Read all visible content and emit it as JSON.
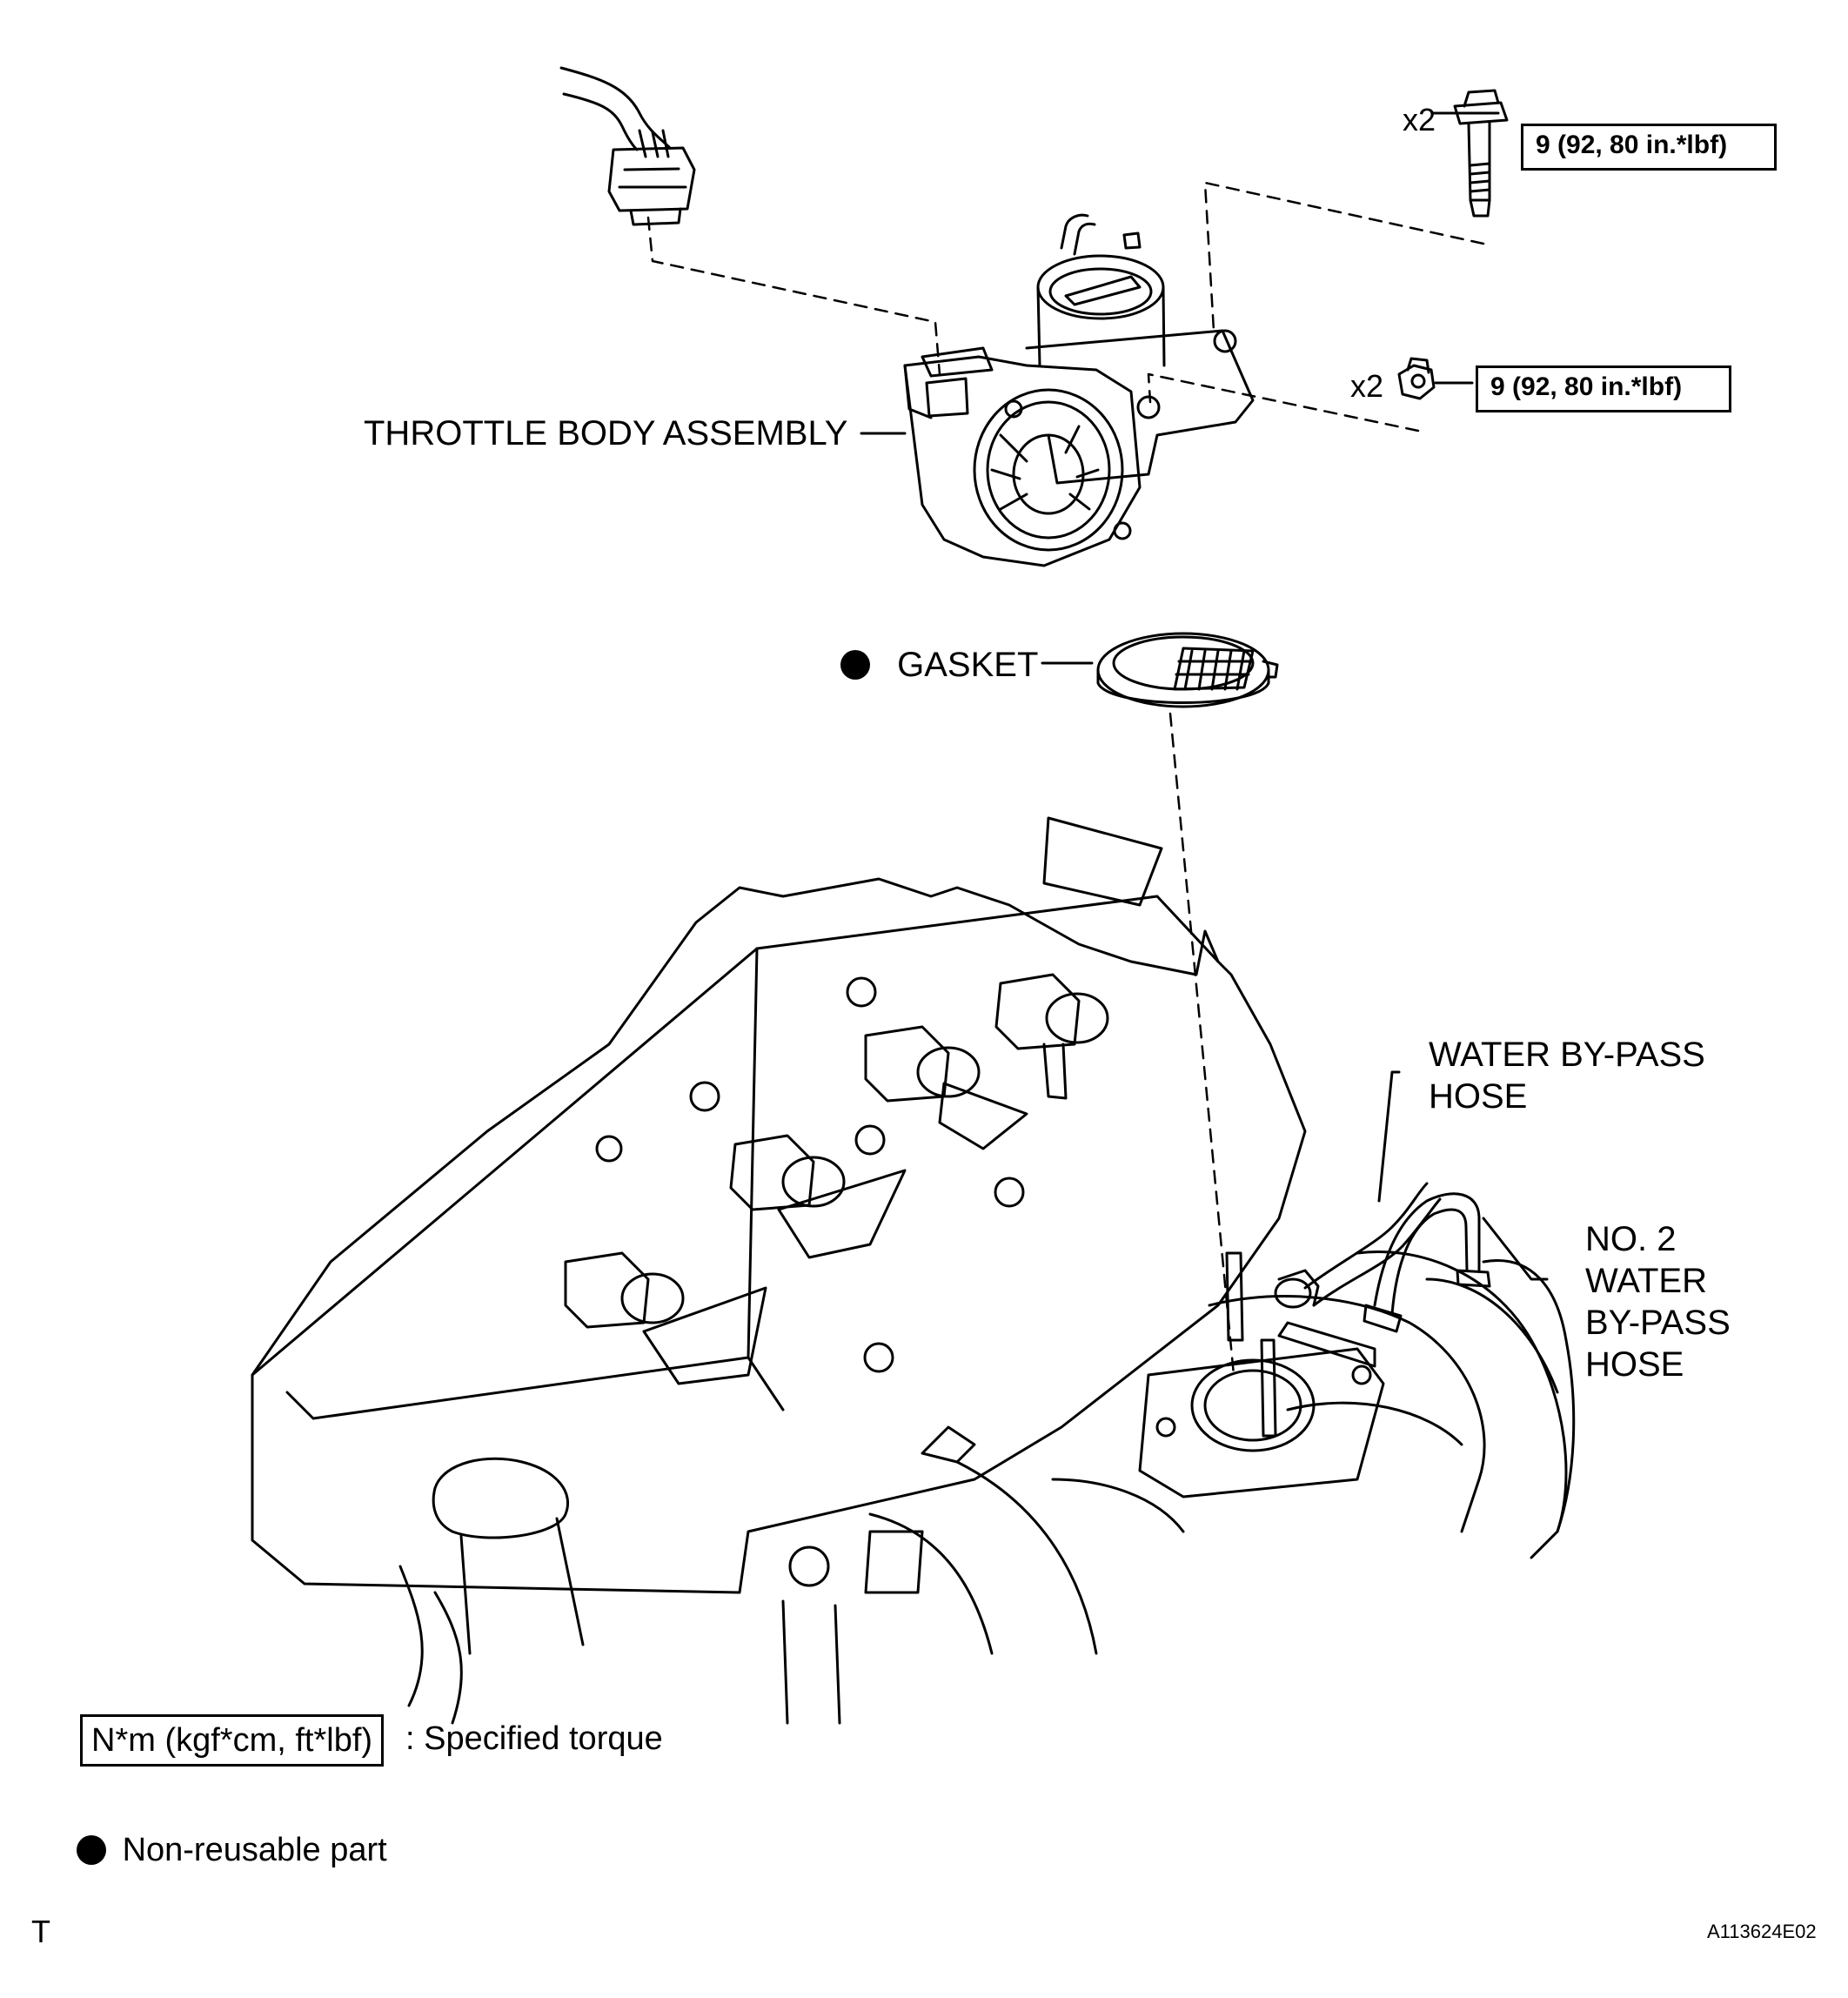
{
  "labels": {
    "throttle_body": "THROTTLE BODY ASSEMBLY",
    "gasket": "GASKET",
    "water_bypass_line1": "WATER BY-PASS",
    "water_bypass_line2": "HOSE",
    "no2_line1": "NO. 2",
    "no2_line2": "WATER",
    "no2_line3": "BY-PASS",
    "no2_line4": "HOSE"
  },
  "fasteners": {
    "bolt_qty": "x2",
    "bolt_torque": "9 (92, 80 in.*lbf)",
    "nut_qty": "x2",
    "nut_torque": "9 (92, 80 in.*lbf)"
  },
  "legend": {
    "torque_unit": "N*m (kgf*cm, ft*lbf)",
    "torque_desc": ": Specified torque",
    "nonreusable_desc": "Non-reusable part"
  },
  "footer": {
    "corner_mark": "T",
    "figure_id": "A113624E02"
  }
}
